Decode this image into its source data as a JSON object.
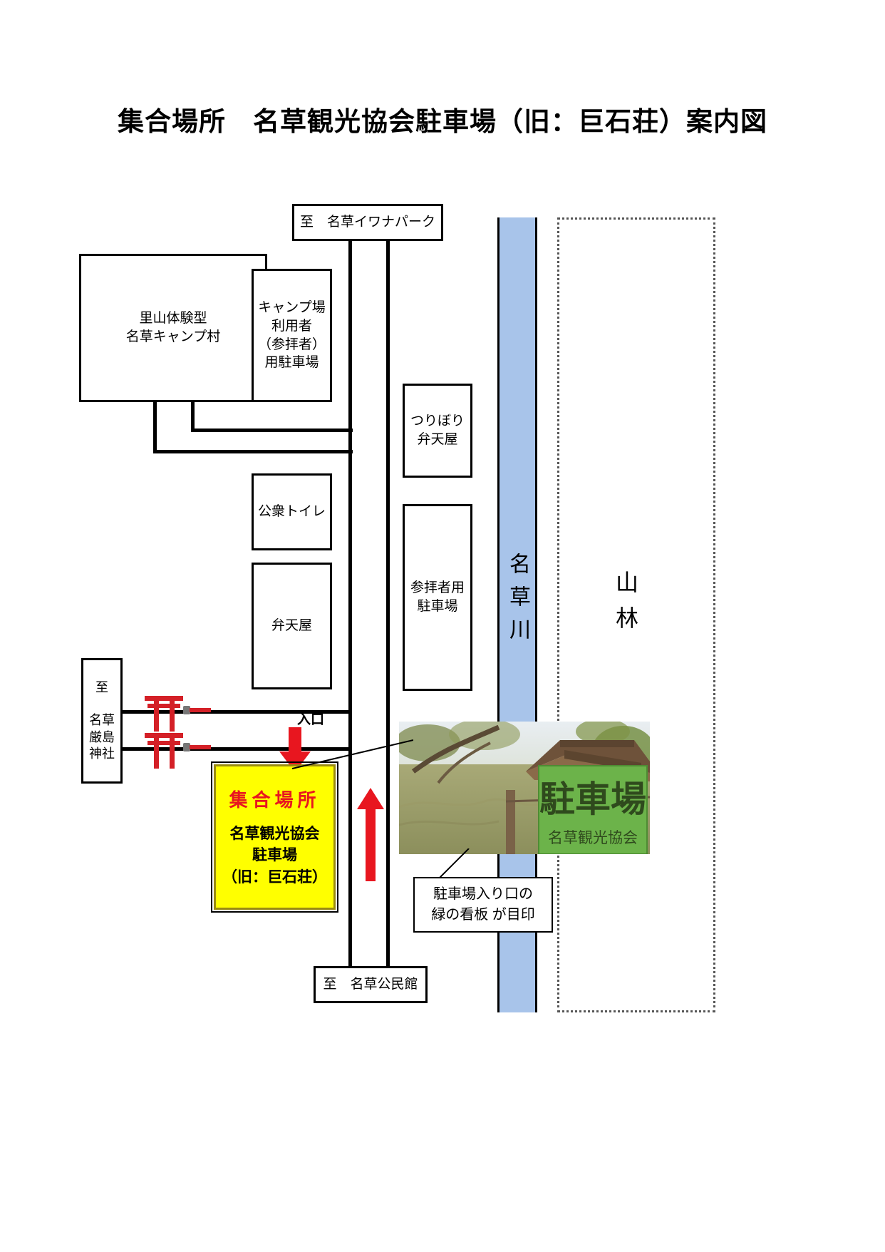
{
  "title": "集合場所　名草観光協会駐車場（旧：巨石荘）案内図",
  "boxes": {
    "iwana_park": "至　名草イワナパーク",
    "camp_village": "里山体験型\n名草キャンプ村",
    "camp_parking": "キャンプ場\n利用者\n（参拝者）\n用駐車場",
    "toilet": "公衆トイレ",
    "bentenya": "弁天屋",
    "tsuribori": "つりぼり\n弁天屋",
    "worshipper_parking": "参拝者用\n駐車場",
    "itsukushima": "至\n\n名草厳島神社",
    "kouminkan": "至　名草公民館"
  },
  "river_label": "名草川",
  "forest_label": "山林",
  "entrance_label": "入口",
  "meeting_box": {
    "heading": "集合場所",
    "line1": "名草観光協会",
    "line2": "駐車場",
    "line3": "（旧：巨石荘）"
  },
  "photo": {
    "sign_main": "駐車場",
    "sign_sub": "名草観光協会"
  },
  "callout": "駐車場入り口の\n緑の看板 が目印",
  "colors": {
    "river": "#a8c4ea",
    "highlight": "#ffff00",
    "highlight_border": "#9a8b12",
    "accent_red": "#e8161f",
    "sign_green": "#6cb34a",
    "line": "#000000"
  }
}
